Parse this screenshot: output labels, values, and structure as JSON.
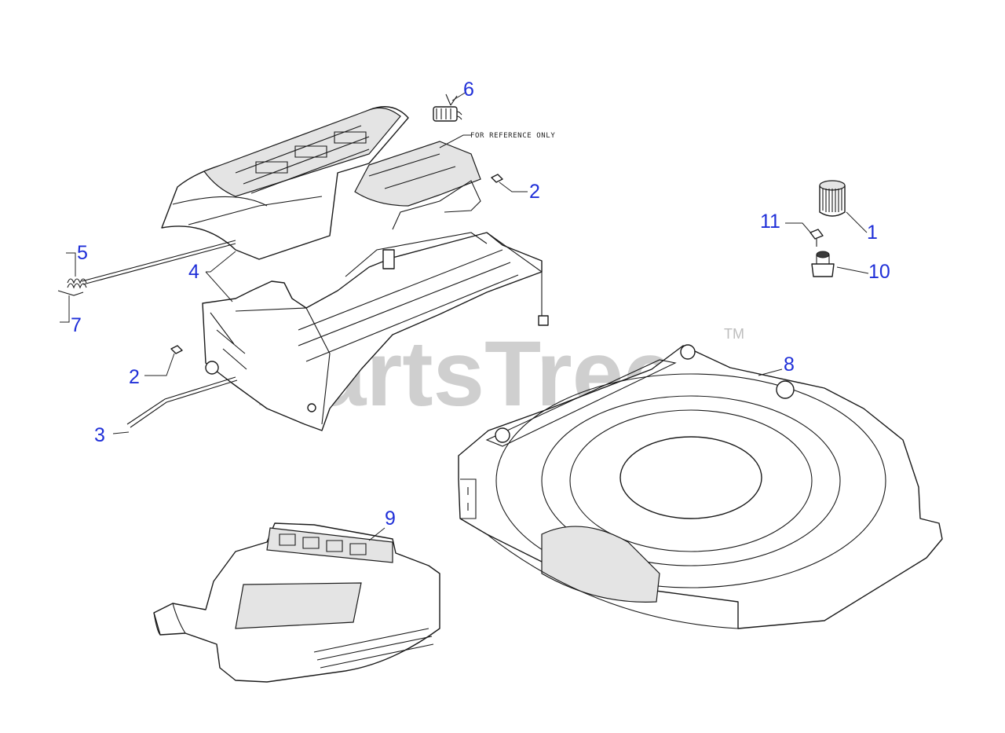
{
  "watermark": {
    "text": "PartsTree",
    "trademark": "TM"
  },
  "reference_note": "FOR REFERENCE ONLY",
  "callouts": {
    "c1": "1",
    "c2a": "2",
    "c2b": "2",
    "c3": "3",
    "c4": "4",
    "c5": "5",
    "c6": "6",
    "c7": "7",
    "c8": "8",
    "c9": "9",
    "c10": "10",
    "c11": "11"
  },
  "colors": {
    "callout": "#1f2fd8",
    "watermark": "#bdbdbd",
    "line": "#1a1a1a"
  }
}
